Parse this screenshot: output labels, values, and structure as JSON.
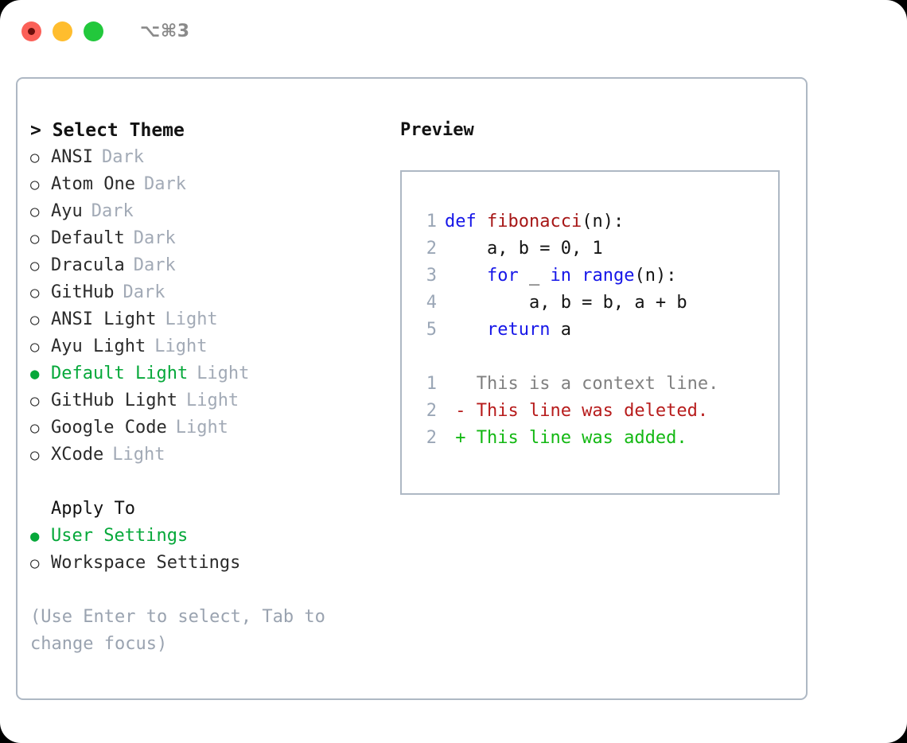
{
  "titlebar": {
    "shortcut": "⌥⌘3",
    "buttons": [
      "close",
      "minimize",
      "maximize"
    ]
  },
  "theme_list": {
    "header": "> Select Theme",
    "items": [
      {
        "marker": "○",
        "label": "ANSI",
        "tag": "Dark",
        "selected": false
      },
      {
        "marker": "○",
        "label": "Atom One",
        "tag": "Dark",
        "selected": false
      },
      {
        "marker": "○",
        "label": "Ayu",
        "tag": "Dark",
        "selected": false
      },
      {
        "marker": "○",
        "label": "Default",
        "tag": "Dark",
        "selected": false
      },
      {
        "marker": "○",
        "label": "Dracula",
        "tag": "Dark",
        "selected": false
      },
      {
        "marker": "○",
        "label": "GitHub",
        "tag": "Dark",
        "selected": false
      },
      {
        "marker": "○",
        "label": "ANSI Light",
        "tag": "Light",
        "selected": false
      },
      {
        "marker": "○",
        "label": "Ayu Light",
        "tag": "Light",
        "selected": false
      },
      {
        "marker": "●",
        "label": "Default Light",
        "tag": "Light",
        "selected": true
      },
      {
        "marker": "○",
        "label": "GitHub Light",
        "tag": "Light",
        "selected": false
      },
      {
        "marker": "○",
        "label": "Google Code",
        "tag": "Light",
        "selected": false
      },
      {
        "marker": "○",
        "label": "XCode",
        "tag": "Light",
        "selected": false
      }
    ]
  },
  "apply_to": {
    "title": "Apply To",
    "items": [
      {
        "marker": "●",
        "label": "User Settings",
        "selected": true
      },
      {
        "marker": "○",
        "label": "Workspace Settings",
        "selected": false
      }
    ]
  },
  "hint": "(Use Enter to select, Tab to change focus)",
  "preview": {
    "title": "Preview",
    "code_lines": [
      {
        "number": "1",
        "tokens": [
          {
            "text": "def ",
            "kind": "kw"
          },
          {
            "text": "fibonacci",
            "kind": "fn"
          },
          {
            "text": "(n):",
            "kind": "plain"
          }
        ]
      },
      {
        "number": "2",
        "tokens": [
          {
            "text": "    a, b = 0, 1",
            "kind": "plain"
          }
        ]
      },
      {
        "number": "3",
        "tokens": [
          {
            "text": "    ",
            "kind": "plain"
          },
          {
            "text": "for",
            "kind": "kw"
          },
          {
            "text": " _ ",
            "kind": "plain"
          },
          {
            "text": "in",
            "kind": "kw"
          },
          {
            "text": " ",
            "kind": "plain"
          },
          {
            "text": "range",
            "kind": "kw"
          },
          {
            "text": "(n):",
            "kind": "plain"
          }
        ]
      },
      {
        "number": "4",
        "tokens": [
          {
            "text": "        a, b = b, a + b",
            "kind": "plain"
          }
        ]
      },
      {
        "number": "5",
        "tokens": [
          {
            "text": "    ",
            "kind": "plain"
          },
          {
            "text": "return",
            "kind": "kw"
          },
          {
            "text": " a",
            "kind": "plain"
          }
        ]
      }
    ],
    "diff_lines": [
      {
        "number": "1",
        "tokens": [
          {
            "text": "   This is a context line.",
            "kind": "ctx"
          }
        ]
      },
      {
        "number": "2",
        "tokens": [
          {
            "text": " - This line was deleted.",
            "kind": "del"
          }
        ]
      },
      {
        "number": "2",
        "tokens": [
          {
            "text": " + This line was added.",
            "kind": "add"
          }
        ]
      }
    ]
  },
  "colors": {
    "accent_green": "#06a838",
    "border": "#aeb8c4",
    "muted": "#a2aab6",
    "keyword": "#1616e8",
    "function": "#a61616",
    "diff_added": "#13b813",
    "diff_deleted": "#b71c1c",
    "light_red": "#fb6058",
    "light_yellow": "#ffbd2e",
    "light_green": "#22c83c"
  }
}
